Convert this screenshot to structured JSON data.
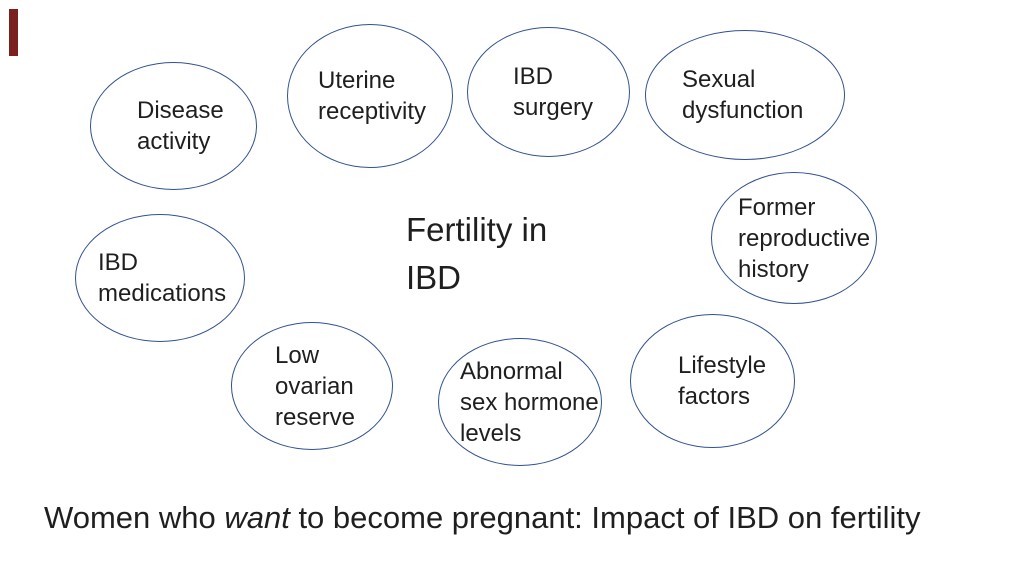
{
  "slide": {
    "title": "Fertility in\nIBD",
    "caption": {
      "prefix": "Women who ",
      "emphasis": "want",
      "suffix": " to become pregnant: Impact of IBD on fertility"
    },
    "bubbles": [
      {
        "label": "Disease\nactivity"
      },
      {
        "label": "Uterine\nreceptivity"
      },
      {
        "label": "IBD\nsurgery"
      },
      {
        "label": "Sexual\ndysfunction"
      },
      {
        "label": "Former\nreproductive\nhistory"
      },
      {
        "label": "IBD\nmedications"
      },
      {
        "label": "Low\novarian\nreserve"
      },
      {
        "label": "Abnormal\nsex hormone\nlevels"
      },
      {
        "label": "Lifestyle\nfactors"
      }
    ],
    "colors": {
      "ellipse_stroke": "#32528f",
      "text": "#1f1f1f",
      "accent_bar": "#7b2020",
      "background": "#ffffff"
    }
  }
}
